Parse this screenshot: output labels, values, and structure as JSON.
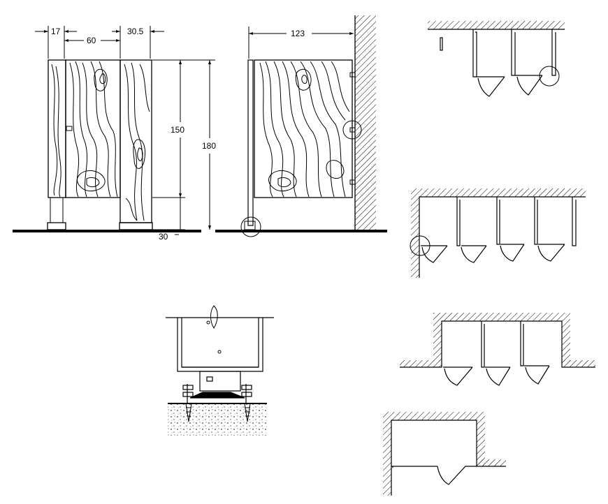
{
  "dimensions": {
    "panel_thickness": "17",
    "door_width": "60",
    "pilaster_width": "30.5",
    "panel_height": "150",
    "total_height": "180",
    "floor_clearance": "30",
    "side_depth": "123"
  },
  "colors": {
    "line": "#000000",
    "background": "#ffffff"
  }
}
